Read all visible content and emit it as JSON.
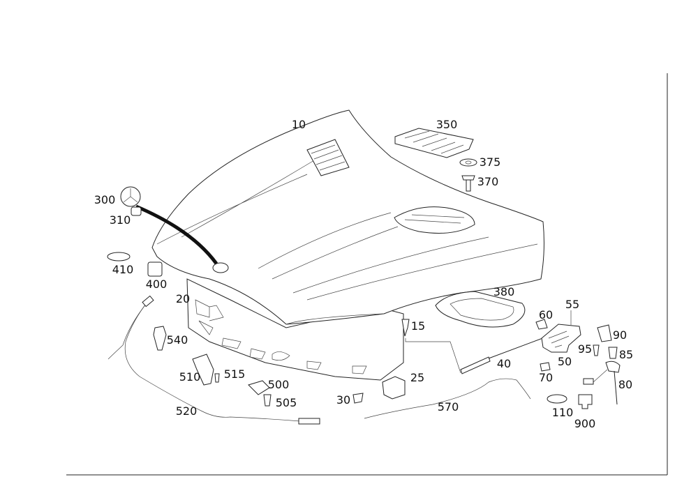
{
  "diagram": {
    "callouts": [
      {
        "id": "10",
        "part": "hood"
      },
      {
        "id": "350",
        "part": "air-vent-grille"
      },
      {
        "id": "375",
        "part": "washer"
      },
      {
        "id": "370",
        "part": "screw"
      },
      {
        "id": "300",
        "part": "star-emblem"
      },
      {
        "id": "310",
        "part": "emblem-mount"
      },
      {
        "id": "410",
        "part": "seal-ring"
      },
      {
        "id": "400",
        "part": "rubber-buffer"
      },
      {
        "id": "20",
        "part": "hood-insulation-panel"
      },
      {
        "id": "380",
        "part": "vent-frame"
      },
      {
        "id": "55",
        "part": "hood-latch"
      },
      {
        "id": "60",
        "part": "bolt"
      },
      {
        "id": "15",
        "part": "clip"
      },
      {
        "id": "90",
        "part": "switch"
      },
      {
        "id": "540",
        "part": "buffer"
      },
      {
        "id": "95",
        "part": "screw"
      },
      {
        "id": "85",
        "part": "screw"
      },
      {
        "id": "40",
        "part": "gas-strut"
      },
      {
        "id": "50",
        "part": "latch-bracket"
      },
      {
        "id": "515",
        "part": "screw"
      },
      {
        "id": "510",
        "part": "bracket"
      },
      {
        "id": "70",
        "part": "nut"
      },
      {
        "id": "500",
        "part": "guide"
      },
      {
        "id": "25",
        "part": "holder"
      },
      {
        "id": "80",
        "part": "catch-hook"
      },
      {
        "id": "505",
        "part": "screw"
      },
      {
        "id": "30",
        "part": "clip"
      },
      {
        "id": "570",
        "part": "cable"
      },
      {
        "id": "110",
        "part": "grommet"
      },
      {
        "id": "520",
        "part": "release-cable"
      },
      {
        "id": "900",
        "part": "plug"
      }
    ]
  }
}
